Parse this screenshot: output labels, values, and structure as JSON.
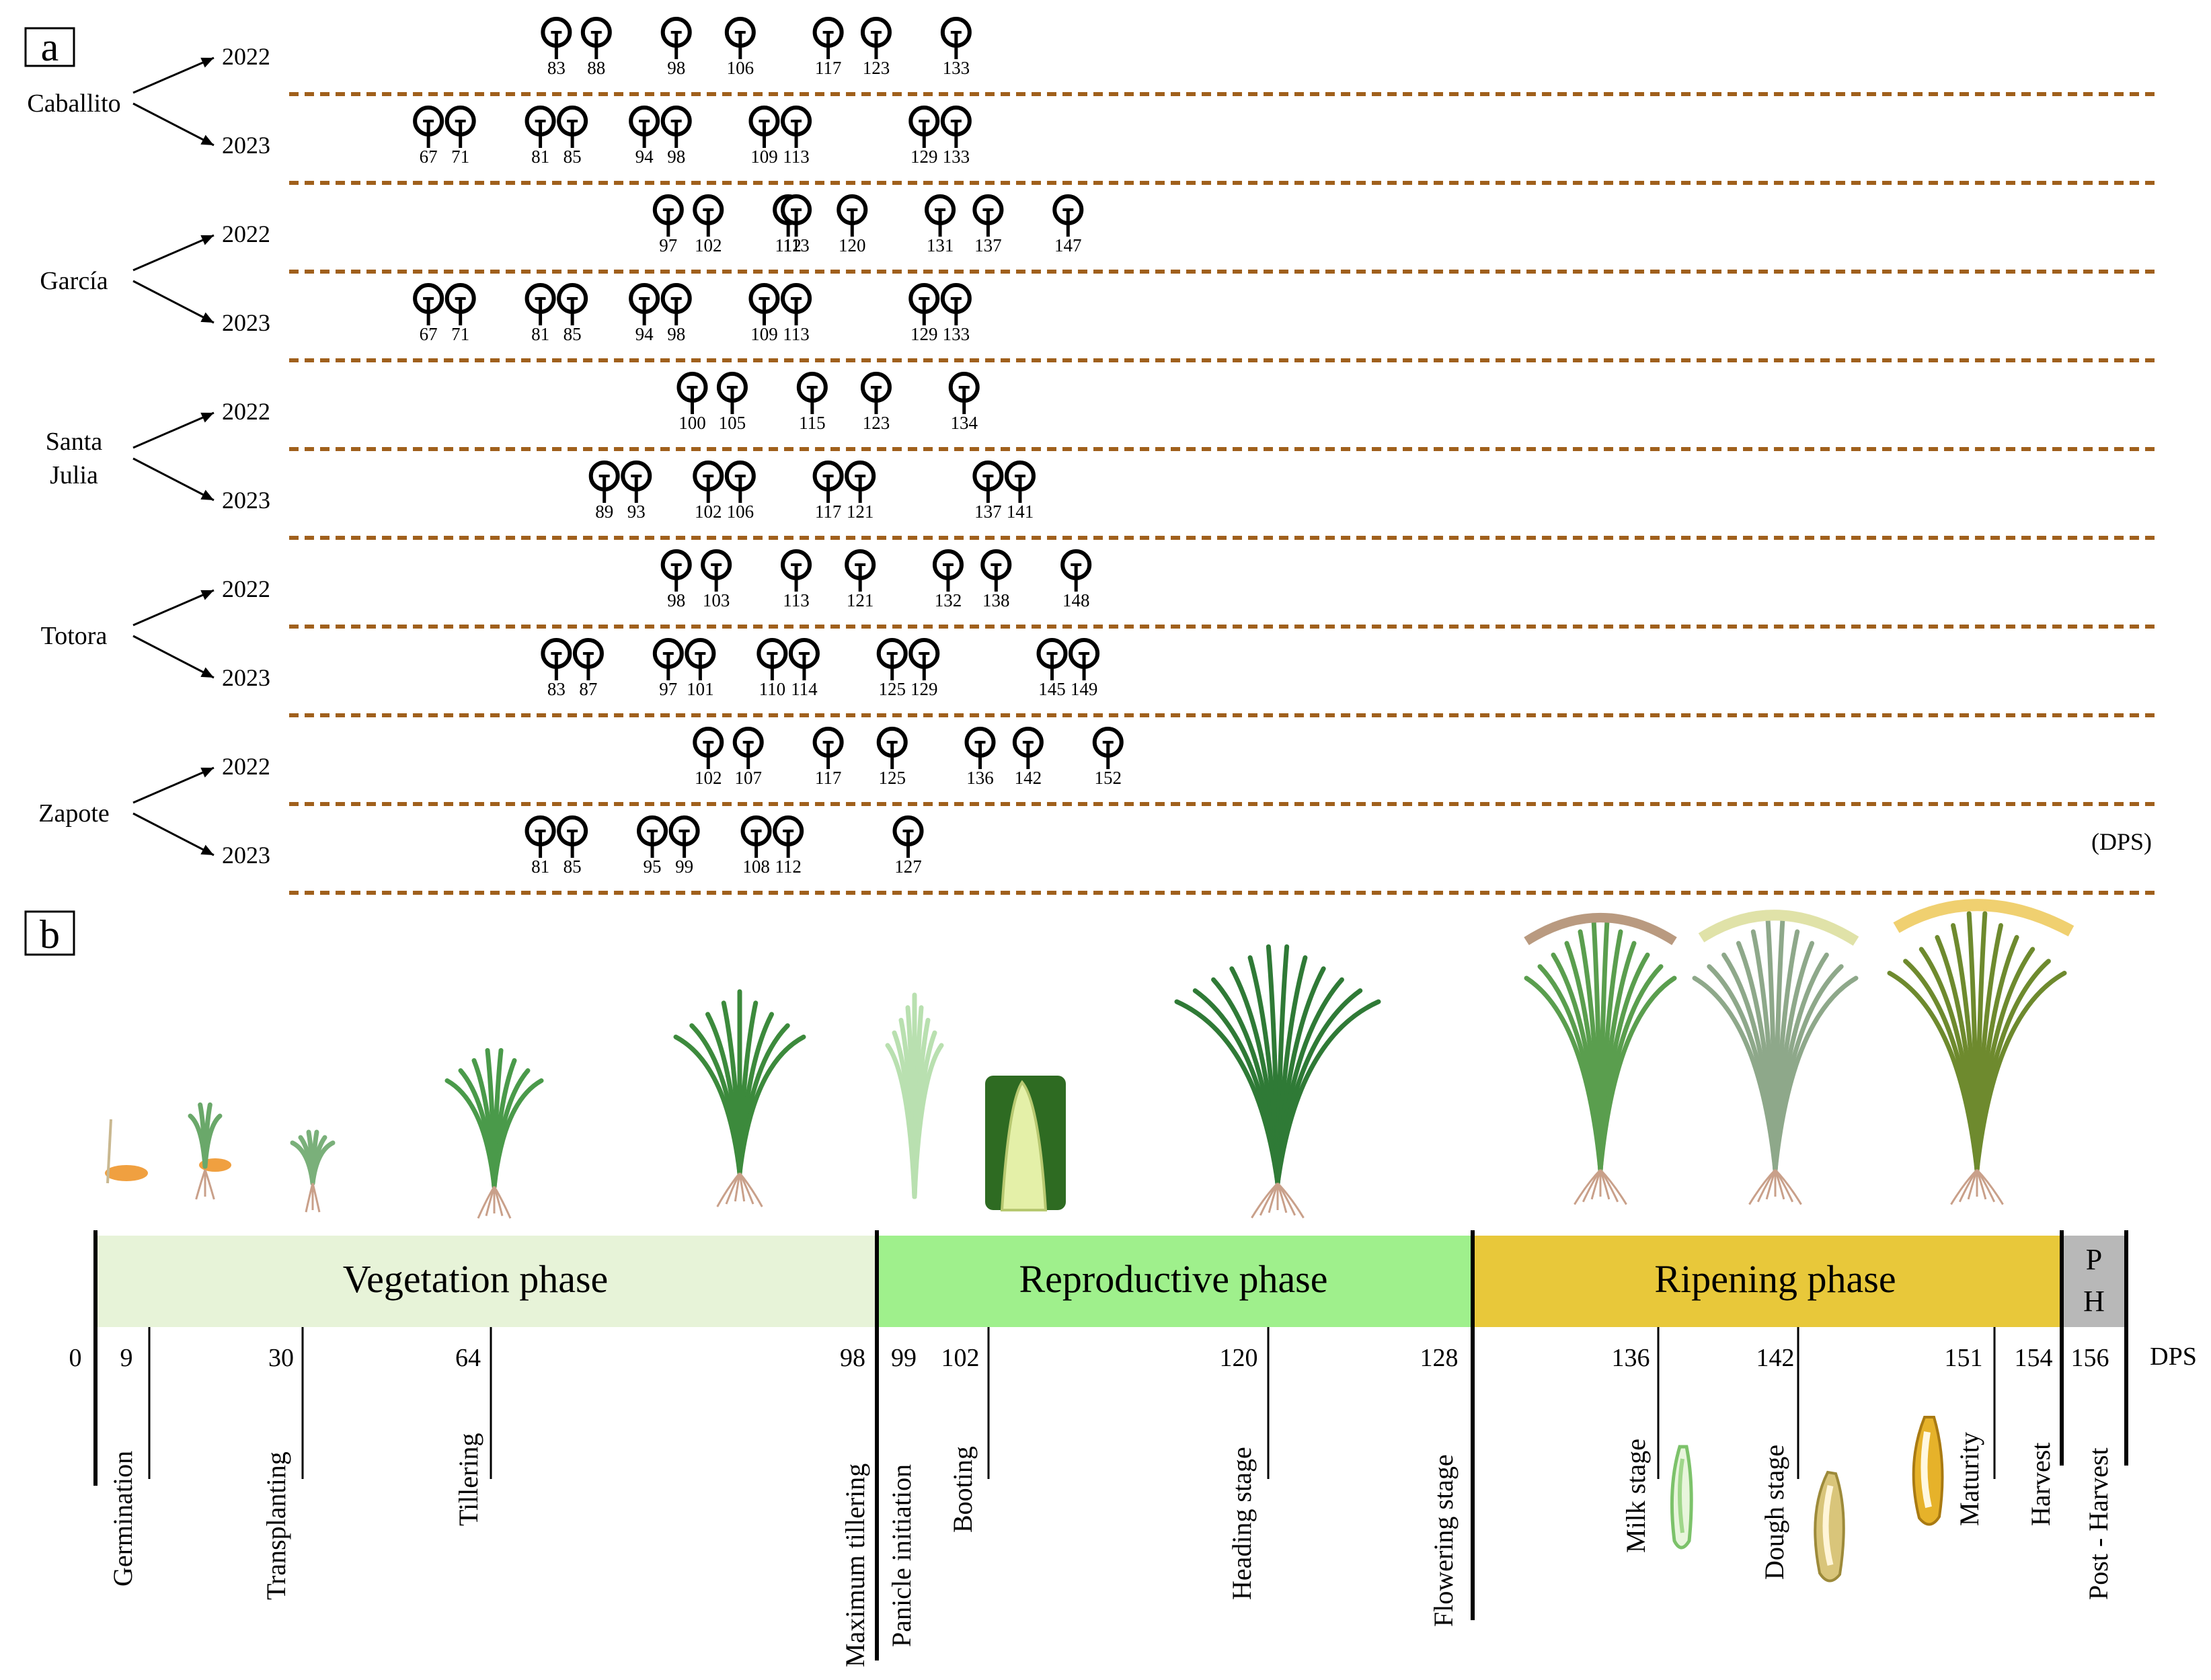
{
  "panel_a": {
    "label": "a",
    "unit": "(DPS)",
    "sites": [
      {
        "name": "Caballito",
        "rows": [
          {
            "year": "2022",
            "values": [
              83,
              88,
              98,
              106,
              117,
              123,
              133
            ]
          },
          {
            "year": "2023",
            "values": [
              67,
              71,
              81,
              85,
              94,
              98,
              109,
              113,
              129,
              133
            ]
          }
        ]
      },
      {
        "name": "García",
        "rows": [
          {
            "year": "2022",
            "values": [
              97,
              102,
              112,
              113,
              120,
              131,
              137,
              147
            ]
          },
          {
            "year": "2023",
            "values": [
              67,
              71,
              81,
              85,
              94,
              98,
              109,
              113,
              129,
              133
            ]
          }
        ]
      },
      {
        "name": "Santa Julia",
        "rows": [
          {
            "year": "2022",
            "values": [
              100,
              105,
              115,
              123,
              134
            ]
          },
          {
            "year": "2023",
            "values": [
              89,
              93,
              102,
              106,
              117,
              121,
              137,
              141
            ]
          }
        ]
      },
      {
        "name": "Totora",
        "rows": [
          {
            "year": "2022",
            "values": [
              98,
              103,
              113,
              121,
              132,
              138,
              148
            ]
          },
          {
            "year": "2023",
            "values": [
              83,
              87,
              97,
              101,
              110,
              114,
              125,
              129,
              145,
              149
            ]
          }
        ]
      },
      {
        "name": "Zapote",
        "rows": [
          {
            "year": "2022",
            "values": [
              102,
              107,
              117,
              125,
              136,
              142,
              152
            ]
          },
          {
            "year": "2023",
            "values": [
              81,
              85,
              95,
              99,
              108,
              112,
              127
            ]
          }
        ]
      }
    ]
  },
  "panel_b": {
    "label": "b",
    "unit": "DPS",
    "phases": [
      {
        "name": "Vegetation phase",
        "color": "#e7f3d8"
      },
      {
        "name": "Reproductive phase",
        "color": "#9ff08c"
      },
      {
        "name": "Ripening phase",
        "color": "#e8c83a"
      },
      {
        "name": "P H",
        "color": "#b8b8b8"
      }
    ],
    "ticks": [
      "0",
      "9",
      "30",
      "64",
      "98",
      "99",
      "102",
      "120",
      "128",
      "136",
      "142",
      "151",
      "154",
      "156"
    ],
    "stages": [
      "Germination",
      "Transplanting",
      "Tillering",
      "Maximum tillering",
      "Panicle initiation",
      "Booting",
      "Heading stage",
      "Flowering stage",
      "Milk stage",
      "Dough stage",
      "Maturity",
      "Harvest",
      "Post - Harvest"
    ]
  },
  "colors": {
    "dashed_line": "#a0601c",
    "plant_green": "#3c8a3c",
    "root": "#c9a08a"
  }
}
